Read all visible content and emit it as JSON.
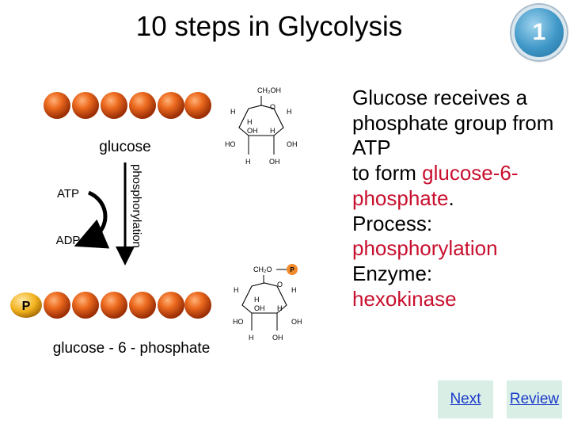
{
  "title": "10 steps in Glycolysis",
  "step_number": "1",
  "description": {
    "line1": "Glucose receives a phosphate group from ATP",
    "line2_prefix": "to form ",
    "line2_highlight": "glucose-6-phosphate",
    "line2_suffix": ".",
    "process_label": "Process:",
    "process_value": "phosphorylation",
    "enzyme_label": "Enzyme:",
    "enzyme_value": "hexokinase"
  },
  "diagram": {
    "glucose_label": "glucose",
    "atp_label": "ATP",
    "adp_label": "ADP",
    "reaction_label": "phosphorylation",
    "product_label": "glucose - 6 - phosphate",
    "phosphate_symbol": "P",
    "glucose_structure": {
      "top": "CH₂OH",
      "ring_o": "O",
      "h_left": "H",
      "h_right": "H",
      "inner_h_left": "H",
      "inner_oh": "OH",
      "inner_h_right": "H",
      "ho_left": "HO",
      "oh_right": "OH",
      "bottom_h": "H",
      "bottom_oh": "OH"
    },
    "g6p_structure": {
      "top": "CH₂O",
      "phosphate": "P",
      "ring_o": "O",
      "h_left": "H",
      "h_right": "H",
      "inner_h_left": "H",
      "inner_oh": "OH",
      "inner_h_right": "H",
      "ho_left": "HO",
      "oh_right": "OH",
      "bottom_h": "H",
      "bottom_oh": "OH"
    }
  },
  "nav": {
    "next_label": "Next",
    "review_label": "Review"
  },
  "colors": {
    "highlight": "#c8102e",
    "bead": "#e8631c",
    "link": "#1a39c8",
    "button_bg": "#d9efe6",
    "badge": "#3e97c7"
  }
}
